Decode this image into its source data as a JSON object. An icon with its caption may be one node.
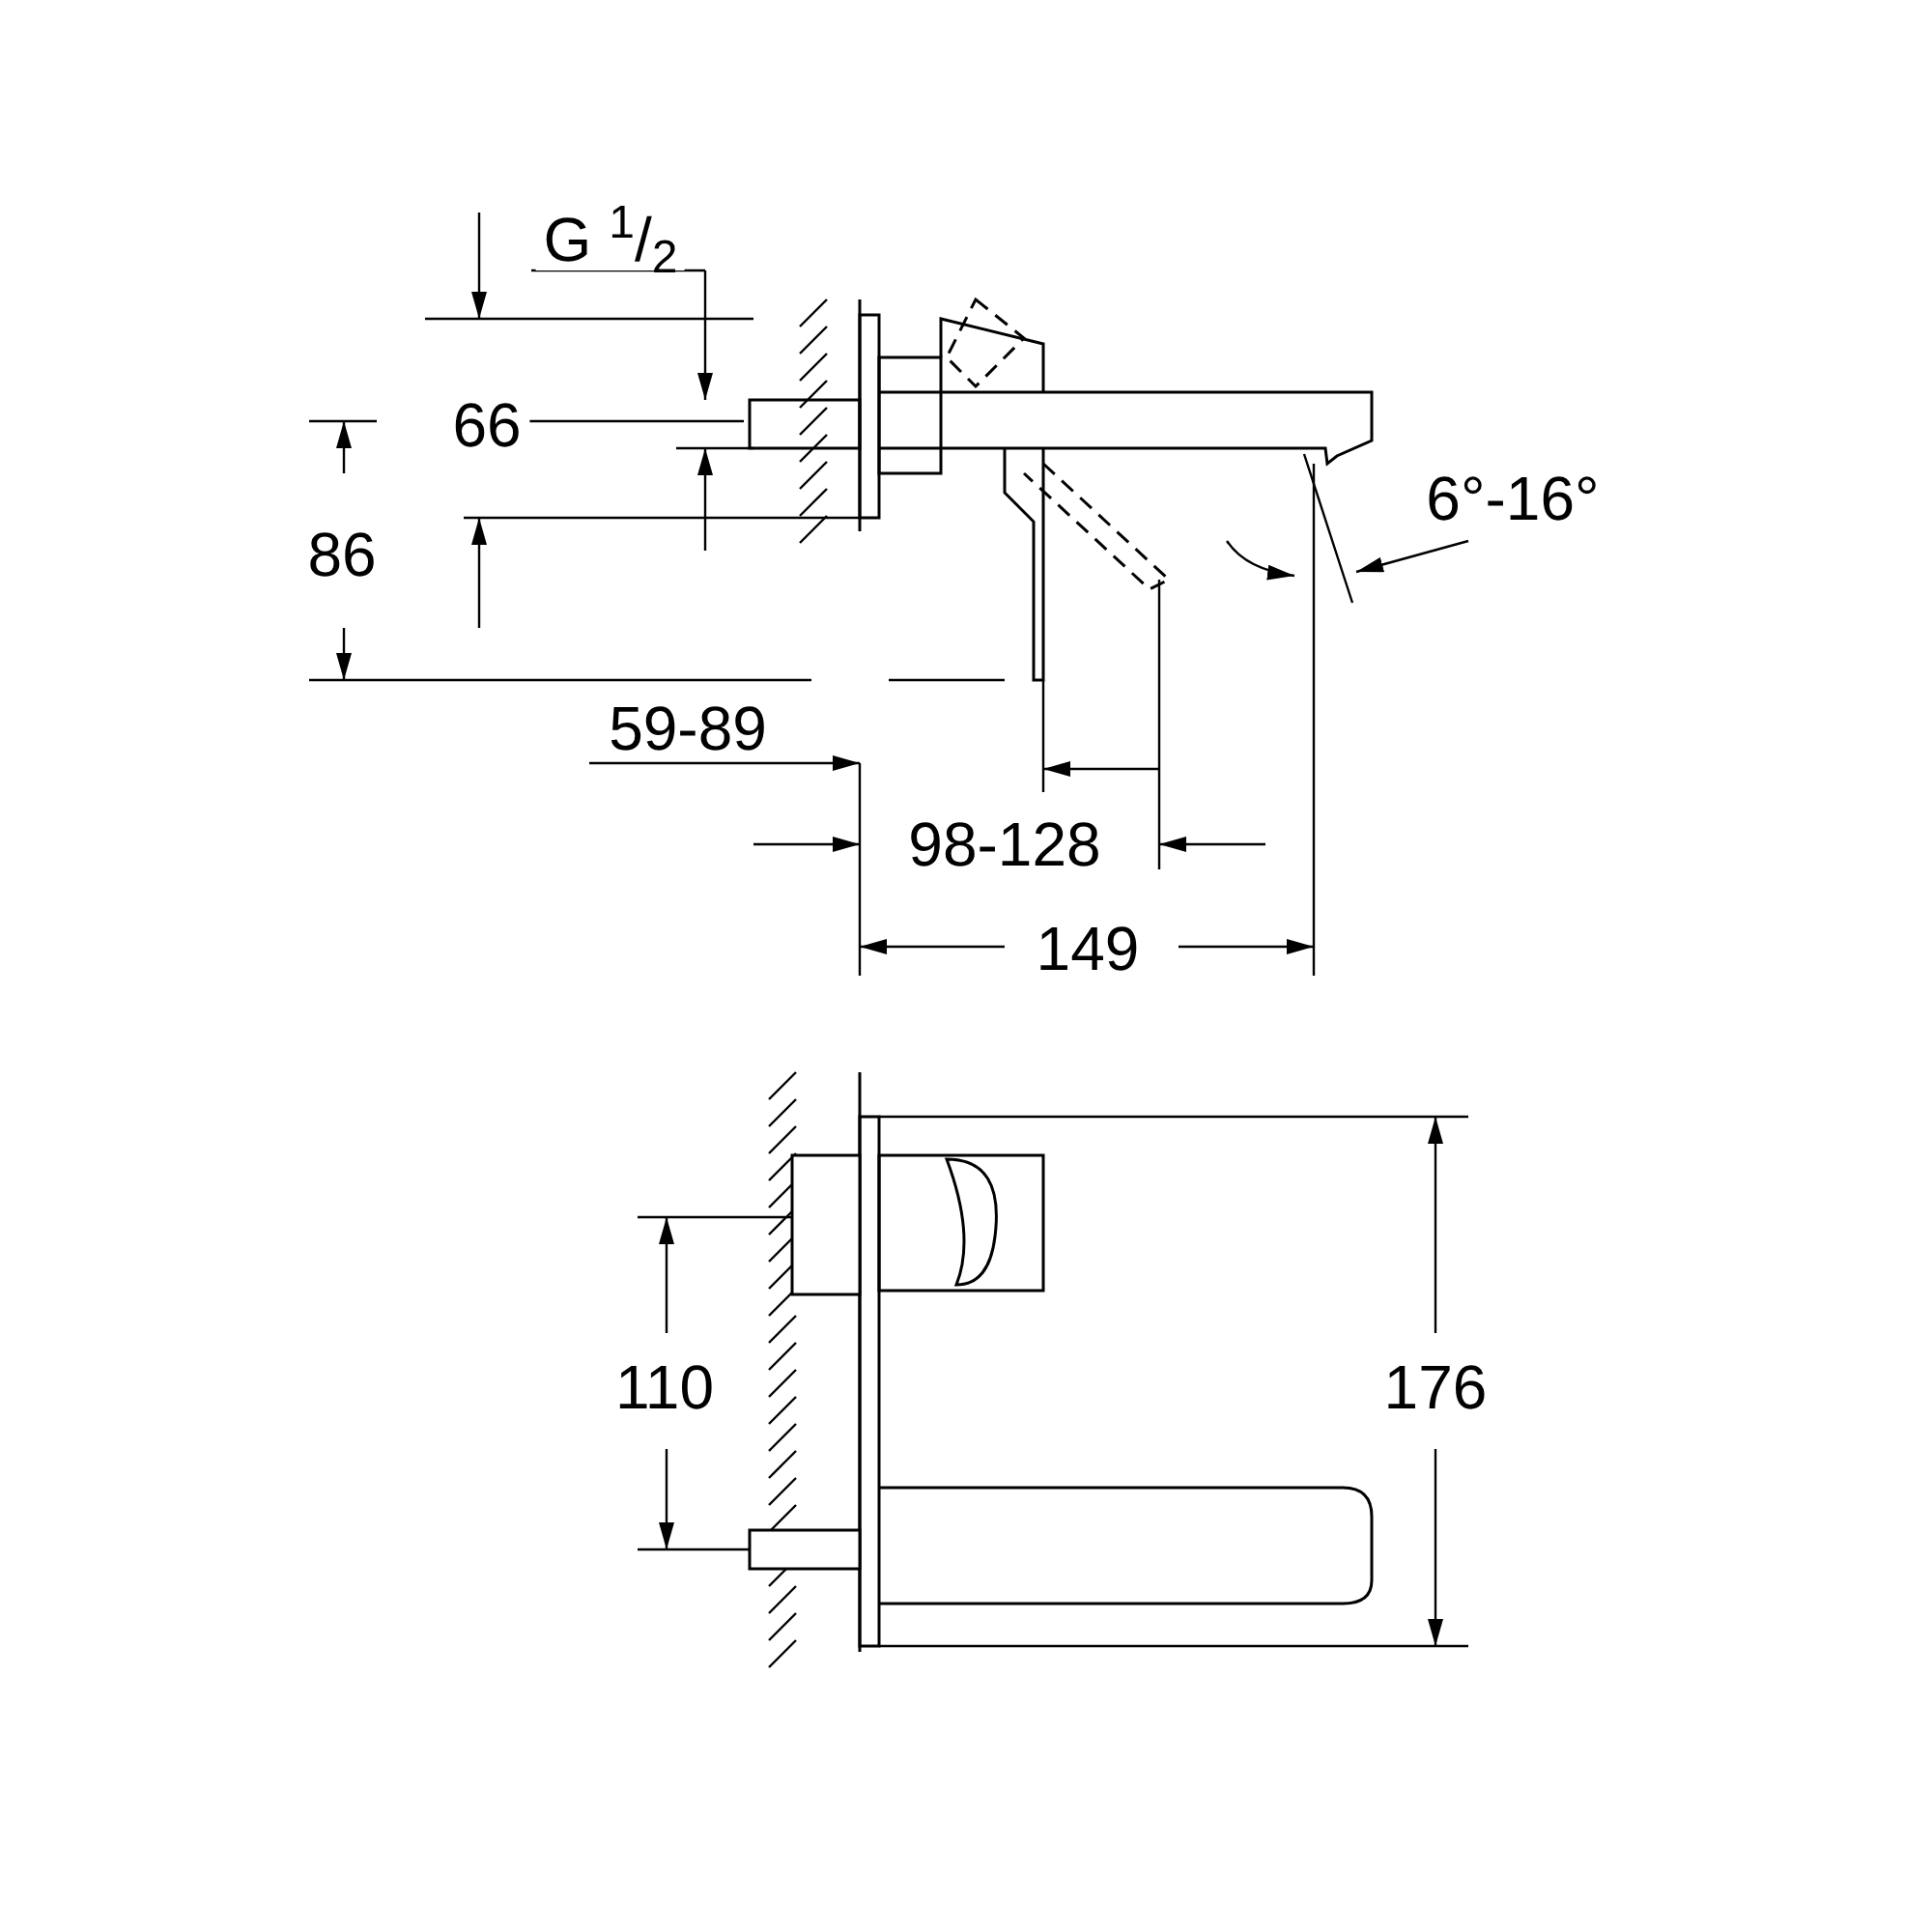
{
  "diagram": {
    "labels": [
      "G $^{1}$/$_{2}$",
      "66",
      "86",
      "6°-16°",
      "59-89",
      "98-128",
      "149",
      "110",
      "176"
    ]
  }
}
